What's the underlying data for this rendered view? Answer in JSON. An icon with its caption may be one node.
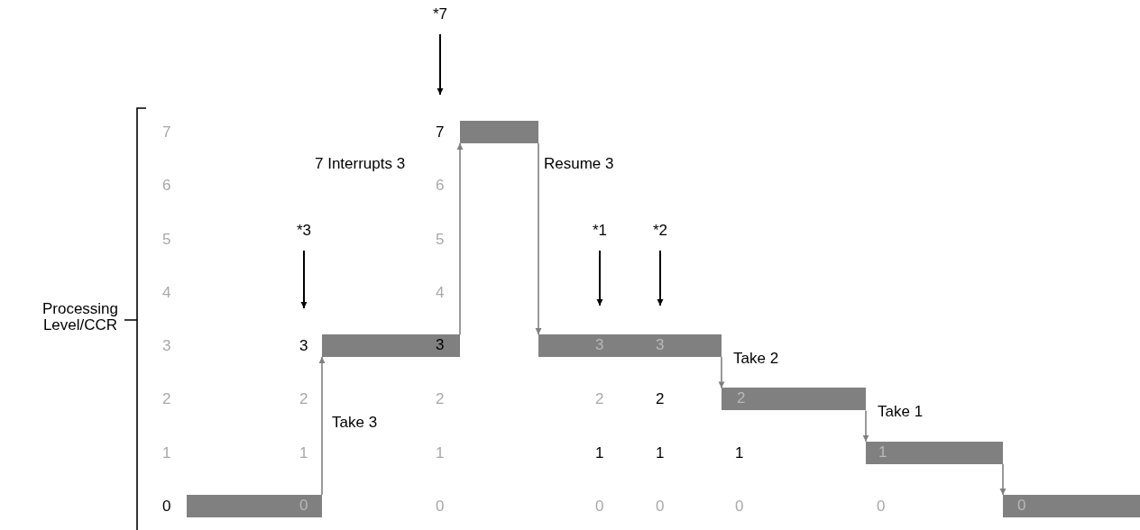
{
  "diagram": {
    "nodes": [
      {
        "text": [
          "*7"
        ]
      },
      {
        "text": [
          "*3"
        ]
      },
      {
        "text": [
          "*1"
        ]
      },
      {
        "text": [
          "*2"
        ]
      },
      {
        "text": [
          "0"
        ]
      },
      {
        "text": [
          "3"
        ]
      },
      {
        "text": [],
        "shape": "bar"
      },
      {
        "text": [
          "3",
          "3"
        ]
      },
      {
        "text": [
          "2"
        ]
      },
      {
        "text": [
          "1"
        ]
      },
      {
        "text": [
          "0"
        ]
      }
    ],
    "edges": [
      {
        "from": 0,
        "to": null,
        "arrow": "to",
        "color": "#000000"
      },
      {
        "from": 1,
        "to": null,
        "arrow": "to",
        "color": "#000000"
      },
      {
        "from": 2,
        "to": 7,
        "arrow": "to",
        "color": "#000000"
      },
      {
        "from": 3,
        "to": 7,
        "arrow": "to",
        "color": "#000000"
      },
      {
        "from": 4,
        "to": 5,
        "arrow": "to",
        "label": "Take 3"
      },
      {
        "from": 5,
        "to": 6,
        "arrow": "to",
        "label": "7 Interrupts 3"
      },
      {
        "from": 6,
        "to": 7,
        "arrow": "to",
        "label": "Resume 3"
      },
      {
        "from": 7,
        "to": 8,
        "arrow": "to",
        "label": "Take 2"
      },
      {
        "from": 8,
        "to": 9,
        "arrow": "to",
        "label": "Take 1"
      },
      {
        "from": 9,
        "to": 10,
        "arrow": "to"
      }
    ],
    "labels": [
      "7",
      "7",
      "6",
      "6",
      "5",
      "5",
      "4",
      "4",
      "Processing Level/CCR",
      "3",
      "3",
      "2",
      "2",
      "2",
      "2",
      "2",
      "1",
      "1",
      "1",
      "1",
      "1",
      "1",
      "0",
      "0",
      "0",
      "0",
      "0",
      "0"
    ]
  }
}
